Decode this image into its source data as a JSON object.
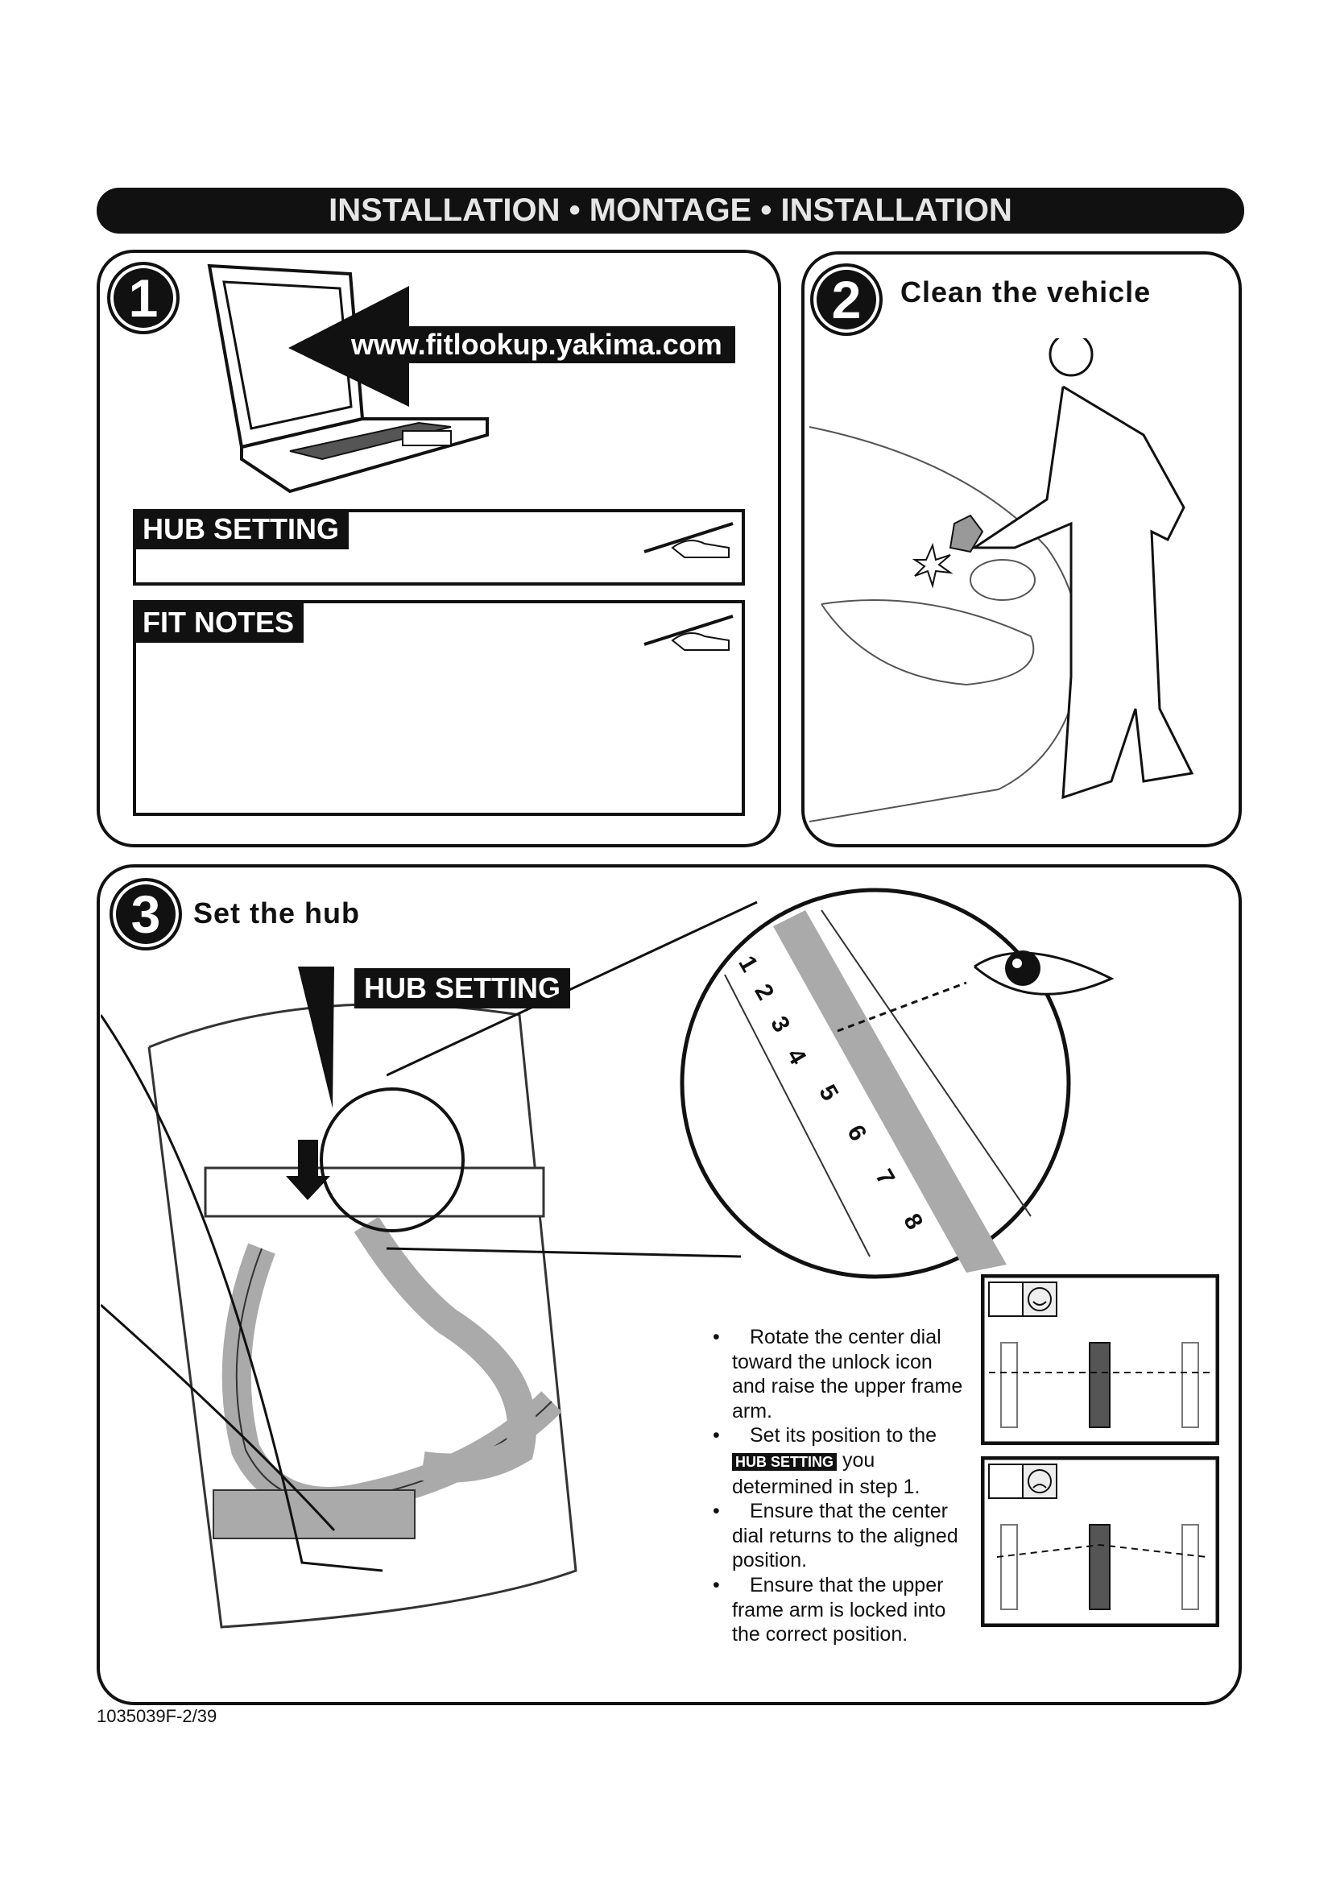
{
  "header": {
    "title": "INSTALLATION • MONTAGE • INSTALLATION"
  },
  "step1": {
    "number": "1",
    "url": "www.fitlookup.yakima.com",
    "hub_setting_label": "HUB SETTING",
    "fit_notes_label": "FIT NOTES"
  },
  "step2": {
    "number": "2",
    "title": "Clean the vehicle"
  },
  "step3": {
    "number": "3",
    "title": "Set the hub",
    "callout_label": "HUB SETTING",
    "dial_numbers": [
      "1",
      "2",
      "3",
      "4",
      "5",
      "6",
      "7",
      "8"
    ],
    "bullets": [
      {
        "text": "Rotate the center dial toward the unlock icon and raise the upper frame arm."
      },
      {
        "before": "Set its position to the",
        "badge": "HUB SETTING",
        "after": "you determined in step 1."
      },
      {
        "text": "Ensure that the center dial returns to the aligned position."
      },
      {
        "text": "Ensure that the upper frame arm is locked into the correct position."
      }
    ],
    "bullet_char": "•"
  },
  "footer": {
    "doc_id": "1035039F-2/39"
  }
}
